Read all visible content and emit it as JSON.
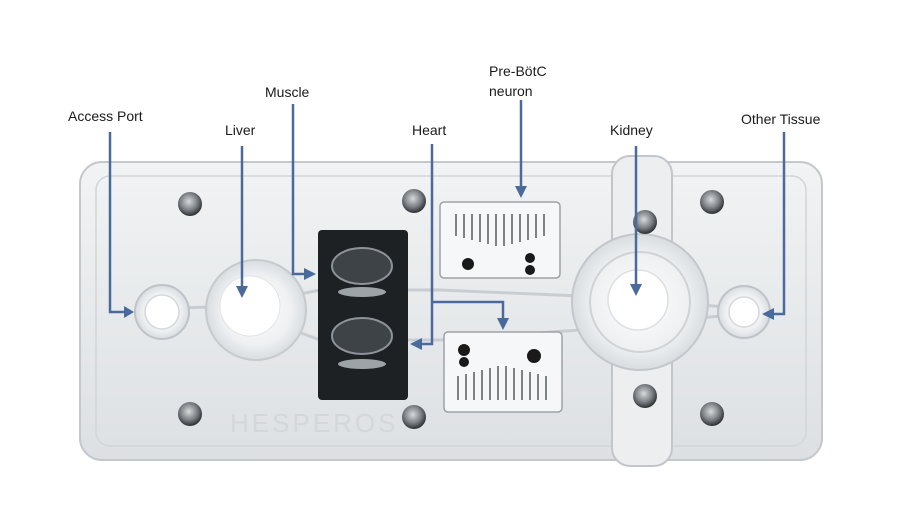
{
  "labels": {
    "access_port": "Access Port",
    "liver": "Liver",
    "muscle": "Muscle",
    "heart": "Heart",
    "prebotc_line1": "Pre-BötC",
    "prebotc_line2": "neuron",
    "kidney": "Kidney",
    "other_tissue": "Other Tissue"
  },
  "colors": {
    "arrow": "#4a6a9c",
    "chip_body": "#e6e8ea",
    "chip_edge": "#c4c8cc",
    "muscle_block": "#1d2124"
  },
  "icons": {
    "screw": "screw-icon",
    "electrode": "electrode-array-icon"
  }
}
